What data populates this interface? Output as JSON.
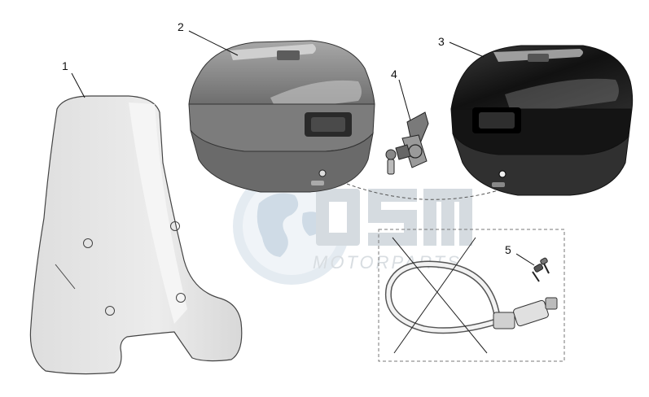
{
  "diagram": {
    "callouts": [
      {
        "id": "1",
        "part": "windscreen"
      },
      {
        "id": "2",
        "part": "top-case-grey"
      },
      {
        "id": "3",
        "part": "top-case-black"
      },
      {
        "id": "4",
        "part": "lock-set"
      },
      {
        "id": "5",
        "part": "keys"
      }
    ]
  },
  "watermark": {
    "logo_text": "OSM",
    "sub_text": "MOTORPARTS",
    "color": "#9fb3c6"
  },
  "colors": {
    "windscreen_fill": "#e6e6e6",
    "grey_case": "#8a8a8a",
    "black_case": "#1a1a1a",
    "outline": "#333333"
  }
}
